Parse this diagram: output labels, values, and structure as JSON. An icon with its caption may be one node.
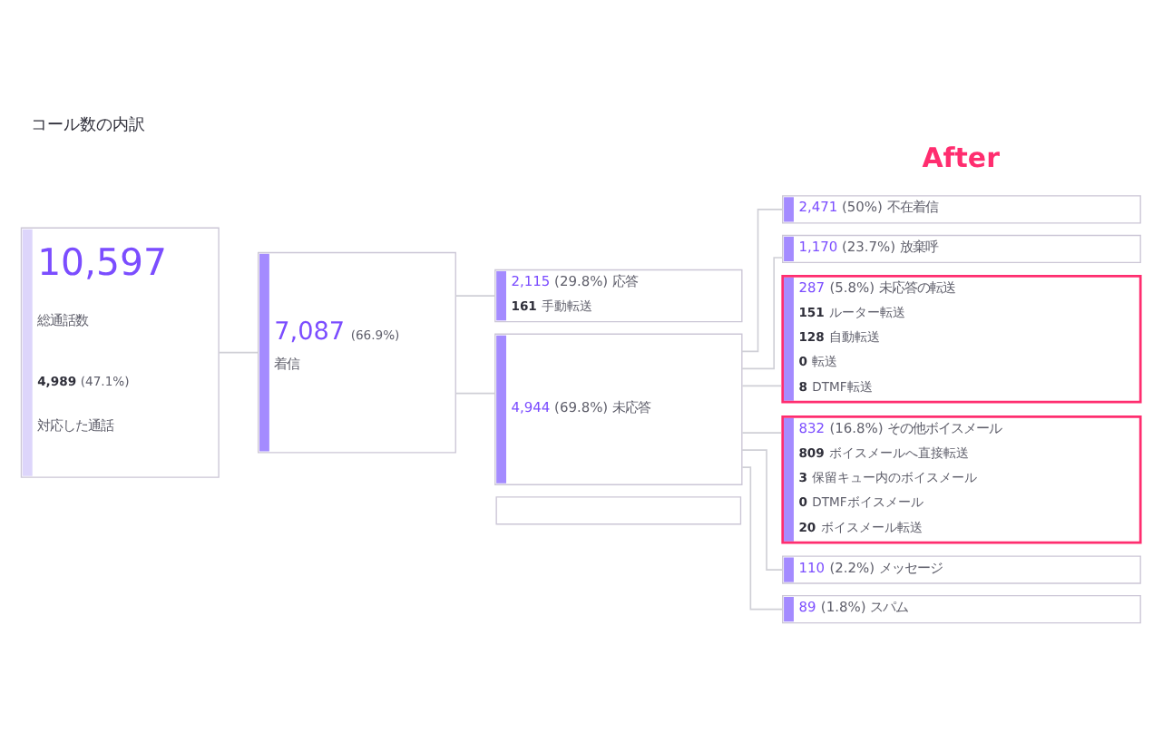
{
  "diagram": {
    "title": "コール数の内訳",
    "nodes": [
      {
        "text": [
          "10,597",
          "総通話数",
          "4,989 (47.1%)",
          "対応した通話"
        ]
      },
      {
        "text": [
          "7,087",
          "(66.9%)",
          "着信"
        ]
      },
      {
        "text": [
          "2,115 (29.8%) 応答",
          "161 手動転送"
        ]
      },
      {
        "text": [
          "4,944 (69.8%) 未応答"
        ]
      },
      {
        "text": [
          "2,471 (50%) 不在着信"
        ]
      },
      {
        "text": [
          "1,170 (23.7%) 放棄呼"
        ]
      },
      {
        "text": [
          "287 (5.8%) 未応答の転送",
          "151 ルーター転送",
          "128 自動転送",
          "0 転送",
          "8 DTMF転送"
        ]
      },
      {
        "text": [
          "832 (16.8%) その他ボイスメール",
          "809 ボイスメールへ直接転送",
          "3 保留キュー内のボイスメール",
          "0 DTMFボイスメール",
          "20 ボイスメール転送"
        ]
      },
      {
        "text": [
          "110 (2.2%) メッセージ"
        ]
      },
      {
        "text": [
          "89 (1.8%) スパム"
        ]
      },
      {
        "text": [],
        "shape": "box"
      }
    ],
    "edges": [
      {
        "from": 0,
        "to": 1,
        "arrow": "none"
      },
      {
        "from": 1,
        "to": 2,
        "arrow": "none"
      },
      {
        "from": 1,
        "to": 3,
        "arrow": "none"
      },
      {
        "from": 3,
        "to": 4,
        "arrow": "none"
      },
      {
        "from": 3,
        "to": 5,
        "arrow": "none"
      },
      {
        "from": 3,
        "to": 6,
        "arrow": "none"
      },
      {
        "from": 3,
        "to": 7,
        "arrow": "none"
      },
      {
        "from": 3,
        "to": 8,
        "arrow": "none"
      },
      {
        "from": 3,
        "to": 9,
        "arrow": "none"
      }
    ],
    "labels": [
      "After"
    ]
  }
}
